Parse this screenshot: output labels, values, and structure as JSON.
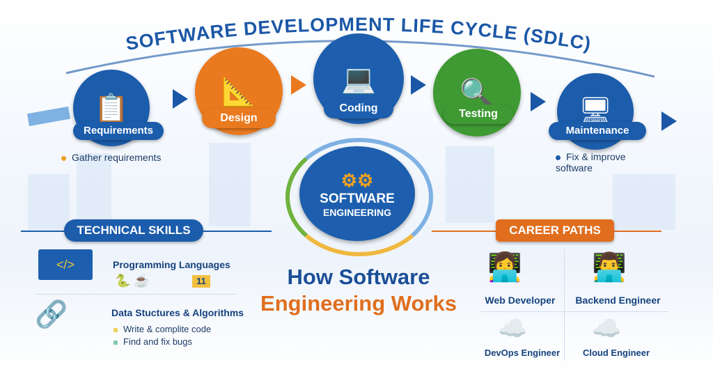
{
  "title": "SOFTWARE DEVELOPMENT LIFE CYCLE (SDLC)",
  "stages": [
    {
      "label": "Requirements",
      "color": "#1b5cab",
      "icon": "clipboard-checklist-icon"
    },
    {
      "label": "Design",
      "color": "#ea7a1f",
      "icon": "blueprint-icon"
    },
    {
      "label": "Coding",
      "color": "#1d5fae",
      "icon": "laptop-code-icon"
    },
    {
      "label": "Testing",
      "color": "#3f9a33",
      "icon": "magnifier-bug-icon"
    },
    {
      "label": "Maintenance",
      "color": "#1b5cab",
      "icon": "server-gear-icon"
    }
  ],
  "notes": {
    "left": "Gather requirements",
    "right": "Fix & improve software"
  },
  "center": {
    "line1": "SOFTWARE",
    "line2": "ENGINEERING"
  },
  "technical": {
    "heading": "TECHNICAL SKILLS",
    "items": [
      {
        "title": "Programming Languages",
        "badge": "11",
        "icon": "laptop-code-icon"
      },
      {
        "title": "Data Stuctures & Algorithms",
        "icon": "tree-graph-icon",
        "bullets": [
          "Write & complite code",
          "Find and fix bugs"
        ]
      }
    ]
  },
  "headline": {
    "line1": "How Software",
    "line2": "Engineering Works"
  },
  "career": {
    "heading": "CAREER PATHS",
    "roles": [
      "Web Developer",
      "Backend Engineer",
      "DevOps Engineer",
      "Cloud Engineer"
    ]
  },
  "colors": {
    "blue": "#1b5cab",
    "orange": "#e06e1e",
    "green": "#3f9a33"
  }
}
